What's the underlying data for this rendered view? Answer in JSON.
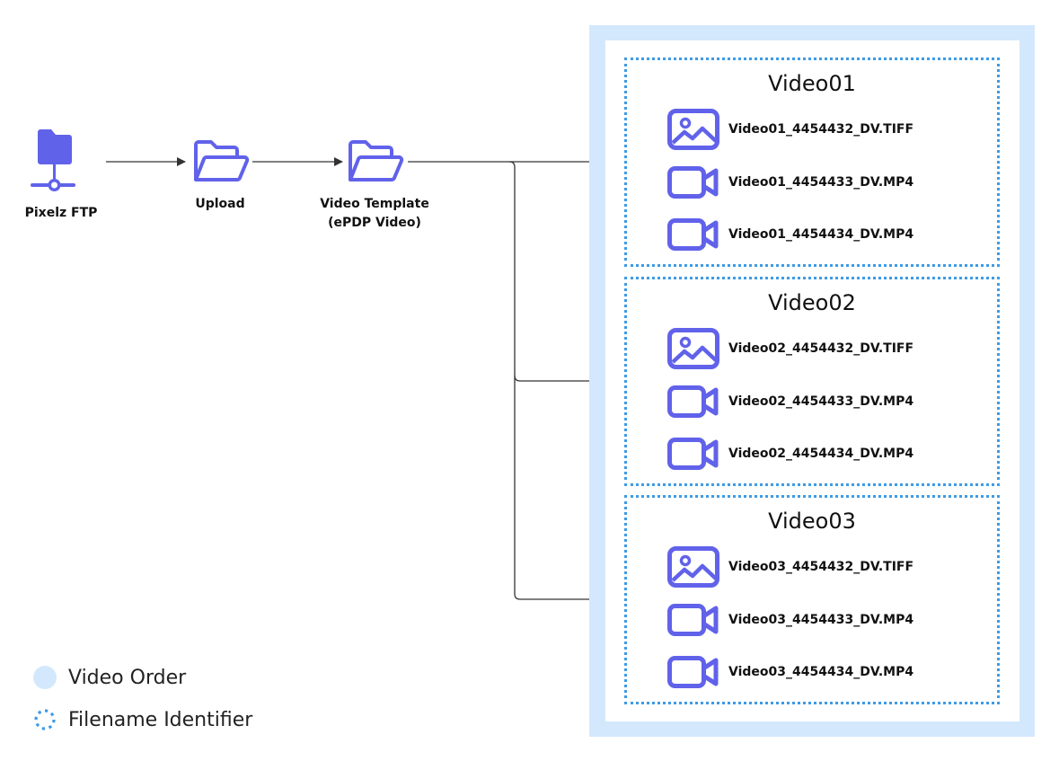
{
  "colors": {
    "icon": "#6162ea",
    "order_fill": "#d3e8fc",
    "identifier_dots": "#3d9be6",
    "arrow": "#333333"
  },
  "nodes": [
    {
      "id": "pixelz-ftp",
      "label": "Pixelz FTP",
      "icon": "network-folder-icon"
    },
    {
      "id": "upload",
      "label": "Upload",
      "icon": "open-folder-icon"
    },
    {
      "id": "video-template",
      "label": "Video Template\n(ePDP Video)",
      "icon": "open-folder-icon"
    }
  ],
  "groups": [
    {
      "title": "Video01",
      "files": [
        {
          "name": "Video01_4454432_DV.TIFF",
          "icon": "image-icon"
        },
        {
          "name": "Video01_4454433_DV.MP4",
          "icon": "video-camera-icon"
        },
        {
          "name": "Video01_4454434_DV.MP4",
          "icon": "video-camera-icon"
        }
      ]
    },
    {
      "title": "Video02",
      "files": [
        {
          "name": "Video02_4454432_DV.TIFF",
          "icon": "image-icon"
        },
        {
          "name": "Video02_4454433_DV.MP4",
          "icon": "video-camera-icon"
        },
        {
          "name": "Video02_4454434_DV.MP4",
          "icon": "video-camera-icon"
        }
      ]
    },
    {
      "title": "Video03",
      "files": [
        {
          "name": "Video03_4454432_DV.TIFF",
          "icon": "image-icon"
        },
        {
          "name": "Video03_4454433_DV.MP4",
          "icon": "video-camera-icon"
        },
        {
          "name": "Video03_4454434_DV.MP4",
          "icon": "video-camera-icon"
        }
      ]
    }
  ],
  "legend": [
    {
      "label": "Video Order",
      "icon": "solid-circle-icon"
    },
    {
      "label": "Filename Identifier",
      "icon": "dotted-circle-icon"
    }
  ]
}
